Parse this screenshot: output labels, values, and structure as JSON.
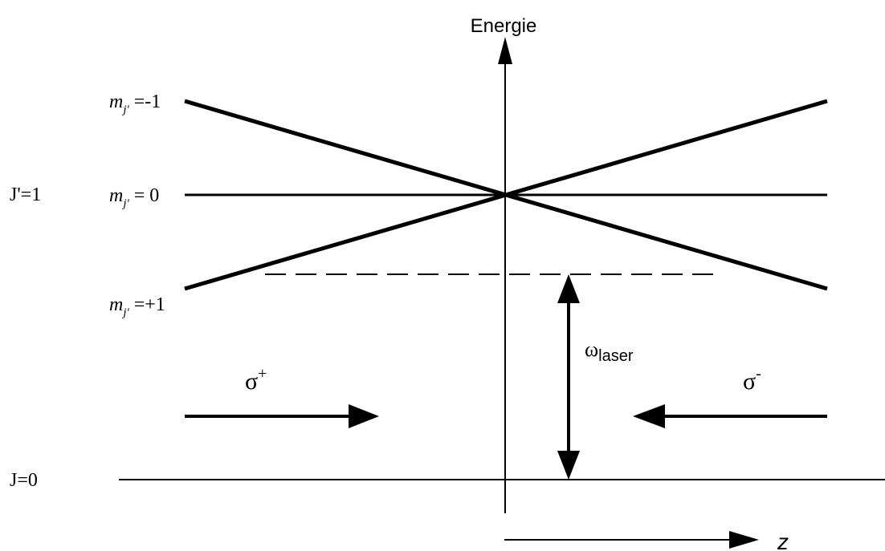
{
  "axis": {
    "energy_label": "Energie",
    "z_label": "z"
  },
  "levels": {
    "excited_label": "J'=1",
    "ground_label": "J=0"
  },
  "sublevels": [
    {
      "name": "m_j'",
      "base": "m",
      "sub": "j'",
      "value": "=-1"
    },
    {
      "name": "m_j'",
      "base": "m",
      "sub": "j'",
      "value": "= 0"
    },
    {
      "name": "m_j'",
      "base": "m",
      "sub": "j'",
      "value": "=+1"
    }
  ],
  "laser": {
    "symbol": "ω",
    "subscript": "laser"
  },
  "beams": {
    "left": {
      "symbol": "σ",
      "sup": "+"
    },
    "right": {
      "symbol": "σ",
      "sup": "-"
    }
  },
  "colors": {
    "ink": "#000000",
    "background": "#ffffff"
  }
}
